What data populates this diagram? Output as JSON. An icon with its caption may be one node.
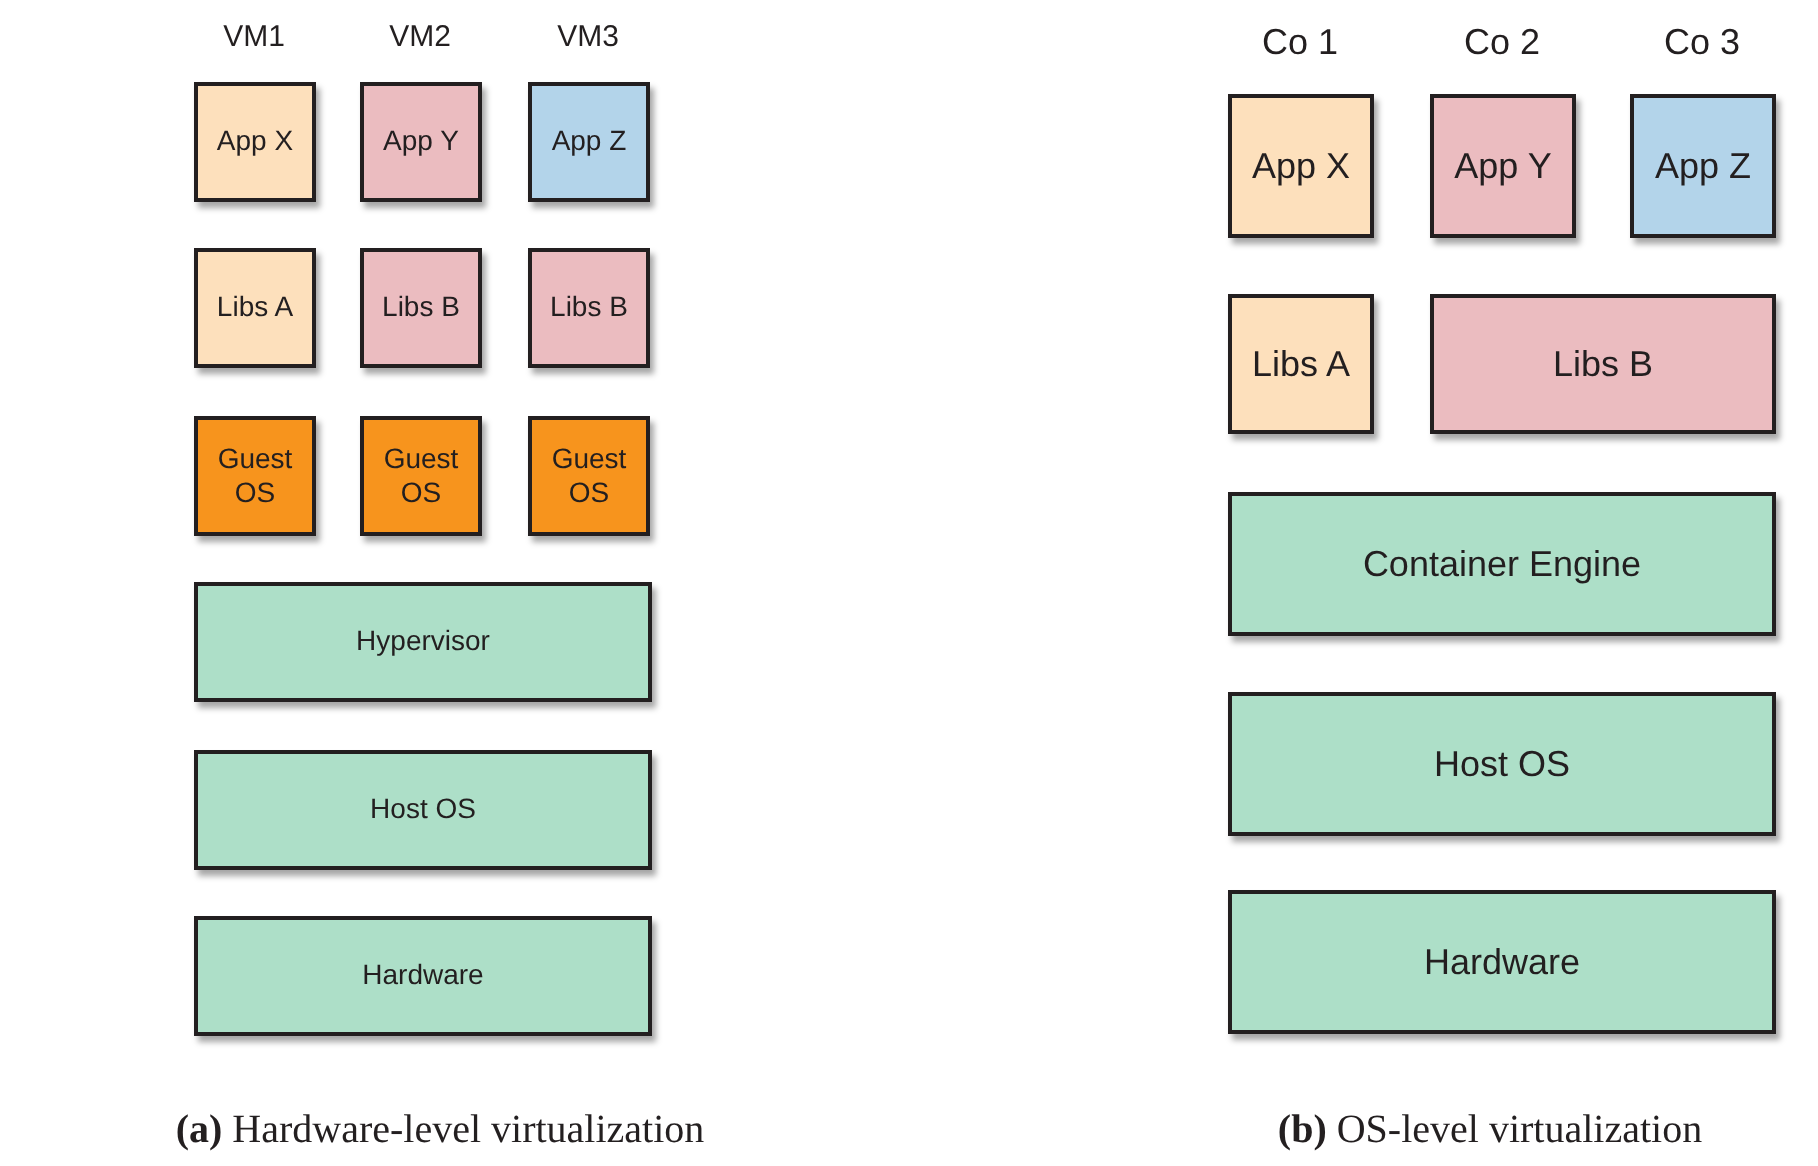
{
  "diagram": {
    "nodes": [
      {
        "text": [
          "App X"
        ]
      },
      {
        "text": [
          "App Y"
        ]
      },
      {
        "text": [
          "App Z"
        ]
      },
      {
        "text": [
          "Libs A"
        ]
      },
      {
        "text": [
          "Libs B"
        ]
      },
      {
        "text": [
          "Libs B"
        ]
      },
      {
        "text": [
          "Guest OS"
        ]
      },
      {
        "text": [
          "Guest OS"
        ]
      },
      {
        "text": [
          "Guest OS"
        ]
      },
      {
        "text": [
          "Hypervisor"
        ]
      },
      {
        "text": [
          "Host OS"
        ]
      },
      {
        "text": [
          "Hardware"
        ]
      },
      {
        "text": [
          "App X"
        ]
      },
      {
        "text": [
          "App Y"
        ]
      },
      {
        "text": [
          "App Z"
        ]
      },
      {
        "text": [
          "Libs A"
        ]
      },
      {
        "text": [
          "Libs B"
        ]
      },
      {
        "text": [
          "Container Engine"
        ]
      },
      {
        "text": [
          "Host OS"
        ]
      },
      {
        "text": [
          "Hardware"
        ]
      }
    ],
    "labels": [
      "VM1",
      "VM2",
      "VM3",
      "Co 1",
      "Co 2",
      "Co 3",
      "**(a)** Hardware-level virtualization",
      "**(b)** OS-level virtualization"
    ]
  }
}
